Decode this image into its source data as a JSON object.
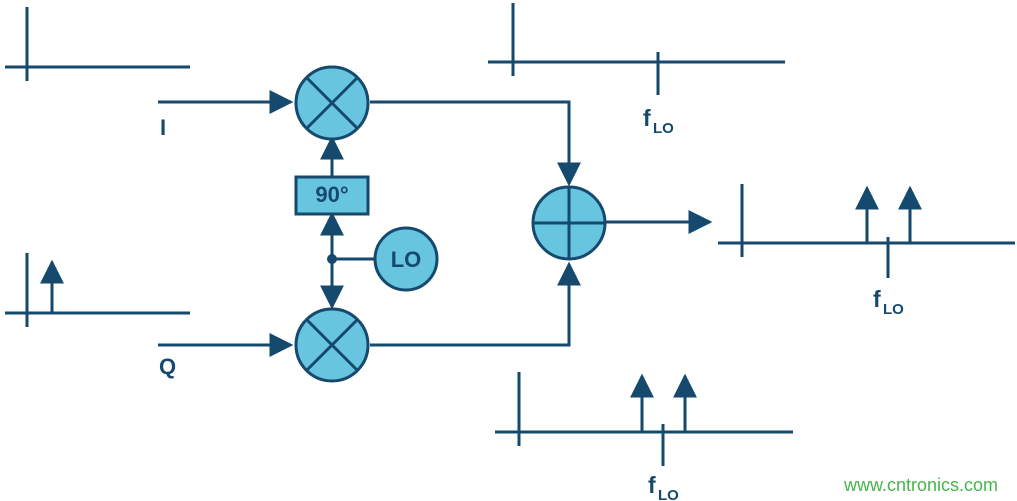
{
  "labels": {
    "i_input": "I",
    "q_input": "Q",
    "phase_shift": "90°",
    "local_oscillator": "LO"
  },
  "frequency_labels": {
    "main": "f",
    "subscript": "LO"
  },
  "watermark": "www.cntronics.com",
  "colors": {
    "stroke": "#154a6e",
    "block_fill": "#67c5df",
    "watermark": "#45b649"
  },
  "icons": {
    "mixer": "x-mixer-icon",
    "summer": "plus-summer-icon"
  }
}
